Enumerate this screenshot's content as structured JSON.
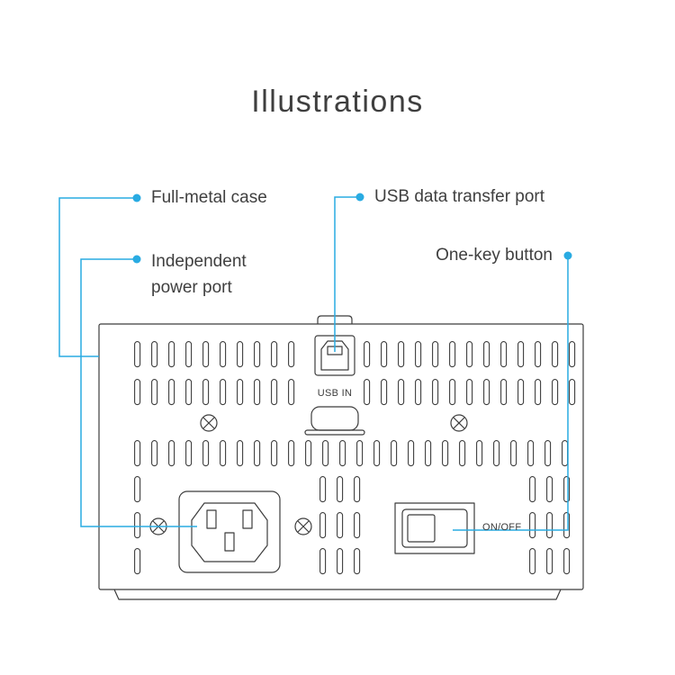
{
  "page": {
    "title": "Illustrations"
  },
  "callouts": {
    "full_metal_case": {
      "label": "Full-metal case"
    },
    "usb_port": {
      "label": "USB data transfer port"
    },
    "power_port": {
      "label": "Independent power port"
    },
    "one_key": {
      "label": "One-key button"
    }
  },
  "device": {
    "usb_port_label": "USB IN",
    "switch_label": "ON/OFF"
  },
  "colors": {
    "accent": "#29ABE2",
    "outline": "#3C3C3C",
    "text": "#3F3F3F"
  }
}
